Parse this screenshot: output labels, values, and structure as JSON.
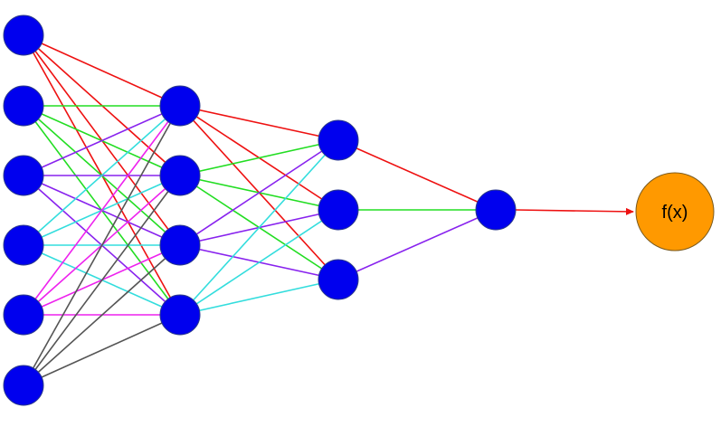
{
  "diagram": {
    "output_label": "f(x)",
    "colors": {
      "node": "#0000ee",
      "output_node": "#ff9900",
      "background": "#ffffff",
      "edge_red": "#ee1111",
      "edge_green": "#22dd22",
      "edge_purple": "#8822ee",
      "edge_cyan": "#33dddd",
      "edge_magenta": "#ee22ee",
      "edge_gray": "#555555"
    },
    "layers": [
      {
        "name": "input",
        "count": 6,
        "edge_colors": [
          "edge_red",
          "edge_green",
          "edge_purple",
          "edge_cyan",
          "edge_magenta",
          "edge_gray"
        ]
      },
      {
        "name": "hidden-1",
        "count": 4,
        "edge_colors": [
          "edge_red",
          "edge_green",
          "edge_purple",
          "edge_cyan"
        ]
      },
      {
        "name": "hidden-2",
        "count": 3,
        "edge_colors": [
          "edge_red",
          "edge_green",
          "edge_purple"
        ]
      },
      {
        "name": "hidden-3",
        "count": 1,
        "edge_colors": [
          "edge_red"
        ]
      },
      {
        "name": "output",
        "count": 1,
        "edge_colors": []
      }
    ]
  }
}
